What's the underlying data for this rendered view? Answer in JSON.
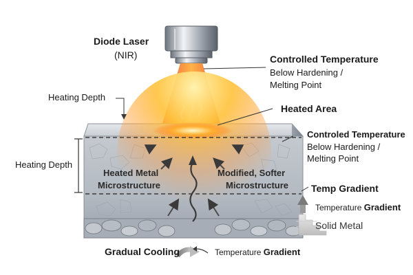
{
  "labels": {
    "laser_title": "Diode Laser",
    "laser_sub": "(NIR)",
    "top_temp_title": "Controlled Temperature",
    "top_temp_line1": "Below Hardening /",
    "top_temp_line2": "Melting Point",
    "heating_depth_top": "Heating Depth",
    "heated_area": "Heated Area",
    "side_temp_title": "Controled Temperature",
    "side_temp_line1": "Below Hardening /",
    "side_temp_line2": "Melting Point",
    "heating_depth_left": "Heating Depth",
    "heated_metal_line1": "Heated Metal",
    "heated_metal_line2": "Microstructure",
    "modified_line1": "Modified, Softer",
    "modified_line2": "Microstructure",
    "temp_gradient_title": "Temp Gradient",
    "temp_gradient_prefix": "Temperature",
    "temp_gradient_bold": "Gradient",
    "solid_metal": "Solid Metal",
    "gradual_cooling": "Gradual Cooling",
    "bottom_gradient_prefix": "Temperature",
    "bottom_gradient_bold": "Gradient"
  },
  "colors": {
    "beam_core": "#fff2a0",
    "beam_mid": "#ff7a2a",
    "beam_edge": "#e8401e",
    "block_front": "#b6bcc4",
    "block_top": "#d6dadf",
    "block_side": "#8e959e",
    "hot_zone": "#ffc23a",
    "arrow_dark": "#3a3a3a"
  }
}
